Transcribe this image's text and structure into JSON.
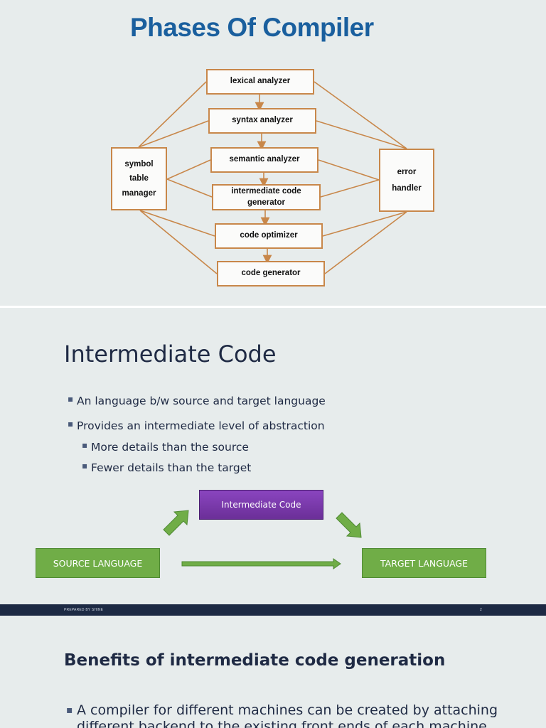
{
  "slide1": {
    "title": "Phases Of Compiler",
    "phases": [
      "lexical analyzer",
      "syntax analyzer",
      "semantic analyzer",
      "intermediate code generator",
      "code optimizer",
      "code generator"
    ],
    "symbol_table": [
      "symbol",
      "table",
      "manager"
    ],
    "error_handler": [
      "error",
      "handler"
    ],
    "colors": {
      "title": "#1a5f9e",
      "box_border": "#c8874a"
    }
  },
  "slide2": {
    "title": "Intermediate Code",
    "bullets": [
      "An language b/w source and target language",
      "Provides an intermediate level of abstraction"
    ],
    "sub_bullets": [
      "More details than the source",
      "Fewer details than the target"
    ],
    "diagram": {
      "middle": "Intermediate Code",
      "source": "SOURCE LANGUAGE",
      "target": "TARGET LANGUAGE"
    },
    "colors": {
      "green": "#70ad47",
      "purple": "#7030a0"
    }
  },
  "footer": {
    "left": "PREPARED BY SHINE",
    "right": "2"
  },
  "slide3": {
    "title": "Benefits of intermediate code generation",
    "bullets": [
      "A compiler for different machines can be created by attaching",
      "different backend to the existing front ends of each machine"
    ]
  }
}
